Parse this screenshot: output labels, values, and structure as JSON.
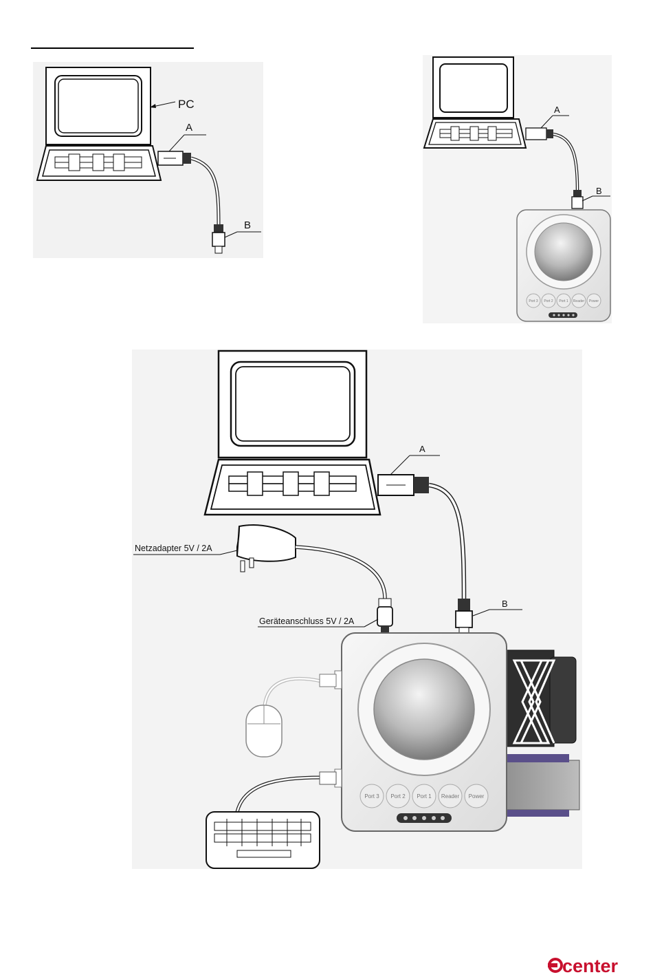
{
  "diagram1": {
    "label_pc": "PC",
    "label_a": "A",
    "label_b": "B"
  },
  "diagram2": {
    "label_a": "A",
    "label_b": "B",
    "hub_buttons": [
      "Port 3",
      "Port 2",
      "Port 1",
      "Reader",
      "Power"
    ]
  },
  "diagram3": {
    "label_a": "A",
    "label_b": "B",
    "label_adapter": "Netzadapter 5V / 2A",
    "label_jack": "Geräteanschluss 5V / 2A",
    "hub_buttons": [
      "Port 3",
      "Port 2",
      "Port 1",
      "Reader",
      "Power"
    ]
  },
  "brand": {
    "logo_text": "center",
    "color": "#c8102e"
  }
}
